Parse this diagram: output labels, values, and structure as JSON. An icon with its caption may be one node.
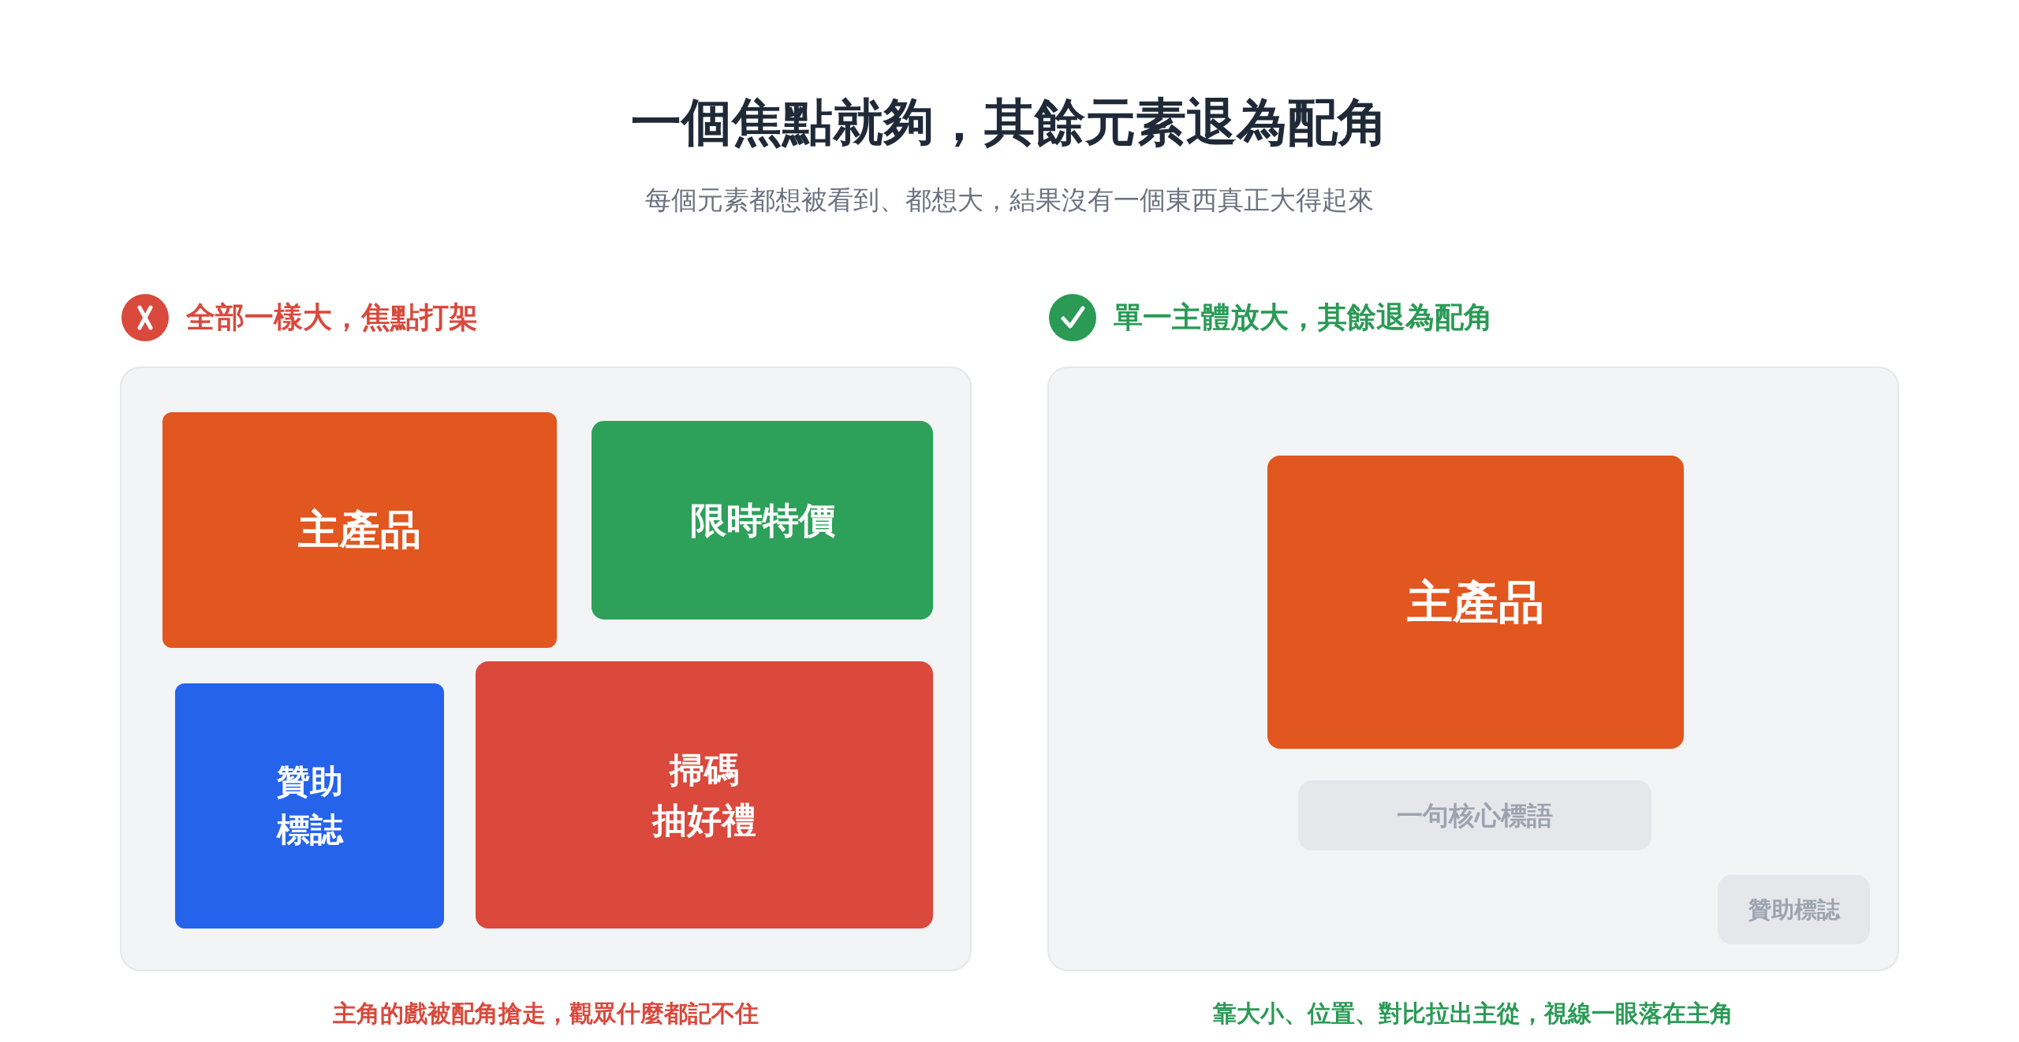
{
  "diagram": {
    "title": "一個焦點就夠，其餘元素退為配角",
    "caption": "每個元素都想被看到、都想大，結果沒有一個東西真正大得起來",
    "nodes": [
      {
        "text": [
          "全部一樣大，焦點打架"
        ],
        "beside": [
          "主角的戲被配角搶走，觀眾什麼都記不住"
        ]
      },
      {
        "text": [
          "主產品"
        ],
        "in": 0
      },
      {
        "text": [
          "限時特價"
        ],
        "in": 0
      },
      {
        "text": [
          "贊助標誌"
        ],
        "in": 0
      },
      {
        "text": [
          "掃碼抽好禮"
        ],
        "in": 0
      },
      {
        "text": [
          "單一主體放大，其餘退為配角"
        ],
        "beside": [
          "靠大小、位置、對比拉出主從，視線一眼落在主角"
        ]
      },
      {
        "text": [
          "主產品"
        ],
        "in": 5
      },
      {
        "text": [
          "一句核心標語"
        ],
        "in": 5
      },
      {
        "text": [
          "贊助標誌"
        ],
        "in": 5
      }
    ]
  }
}
